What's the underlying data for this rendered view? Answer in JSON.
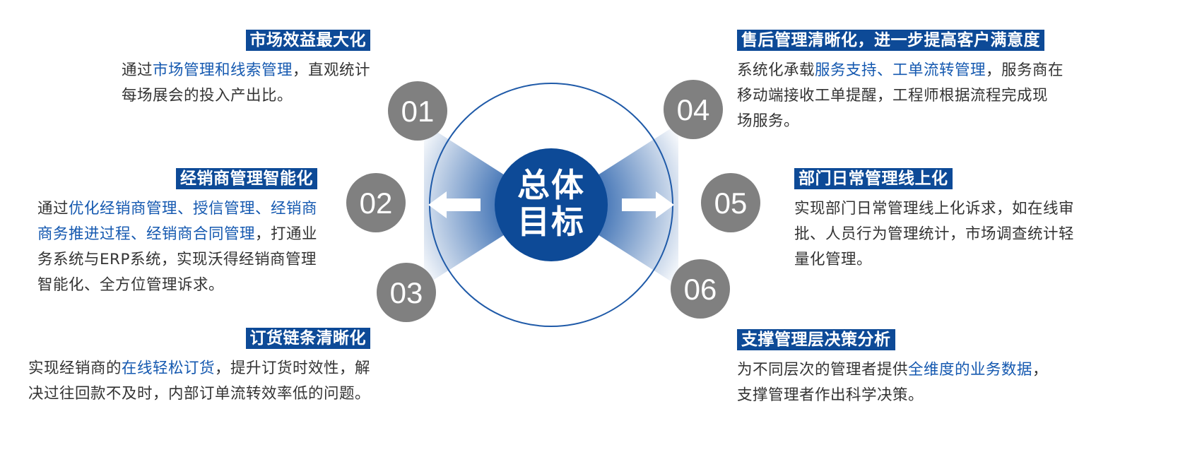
{
  "center": {
    "line1": "总体",
    "line2": "目标"
  },
  "colors": {
    "brand": "#0d4a97",
    "highlight": "#1559b0",
    "node": "#808080",
    "ring": "#1f5aa8"
  },
  "goals": [
    {
      "num": "01",
      "title": "市场效益最大化",
      "desc": [
        {
          "t": "通过"
        },
        {
          "t": "市场管理和线索管理",
          "hl": true
        },
        {
          "t": "，直观统计"
        },
        {
          "br": true
        },
        {
          "t": "每场展会的投入产出比。"
        }
      ]
    },
    {
      "num": "02",
      "title": "经销商管理智能化",
      "desc": [
        {
          "t": "通过"
        },
        {
          "t": "优化经销商管理、授信管理、经销商",
          "hl": true
        },
        {
          "br": true
        },
        {
          "t": "商务推进过程、经销商合同管理",
          "hl": true
        },
        {
          "t": "，打通业"
        },
        {
          "br": true
        },
        {
          "t": "务系统与ERP系统，实现沃得经销商管理"
        },
        {
          "br": true
        },
        {
          "t": "智能化、全方位管理诉求。"
        }
      ]
    },
    {
      "num": "03",
      "title": "订货链条清晰化",
      "desc": [
        {
          "t": "实现经销商的"
        },
        {
          "t": "在线轻松订货",
          "hl": true
        },
        {
          "t": "，提升订货时效性，解"
        },
        {
          "br": true
        },
        {
          "t": "决过往回款不及时，内部订单流转效率低的问题。"
        }
      ]
    },
    {
      "num": "04",
      "title": "售后管理清晰化，进一步提高客户满意度",
      "desc": [
        {
          "t": "系统化承载"
        },
        {
          "t": "服务支持、工单流转管理",
          "hl": true
        },
        {
          "t": "，服务商在"
        },
        {
          "br": true
        },
        {
          "t": "移动端接收工单提醒，工程师根据流程完成现"
        },
        {
          "br": true
        },
        {
          "t": "场服务。"
        }
      ]
    },
    {
      "num": "05",
      "title": "部门日常管理线上化",
      "desc": [
        {
          "t": "实现部门日常管理线上化诉求，如在线审"
        },
        {
          "br": true
        },
        {
          "t": "批、人员行为管理统计，市场调查统计轻"
        },
        {
          "br": true
        },
        {
          "t": "量化管理。"
        }
      ]
    },
    {
      "num": "06",
      "title": "支撑管理层决策分析",
      "desc": [
        {
          "t": "为不同层次的管理者提供"
        },
        {
          "t": "全维度的业务数据",
          "hl": true
        },
        {
          "t": "，"
        },
        {
          "br": true
        },
        {
          "t": "支撑管理者作出科学决策。"
        }
      ]
    }
  ]
}
